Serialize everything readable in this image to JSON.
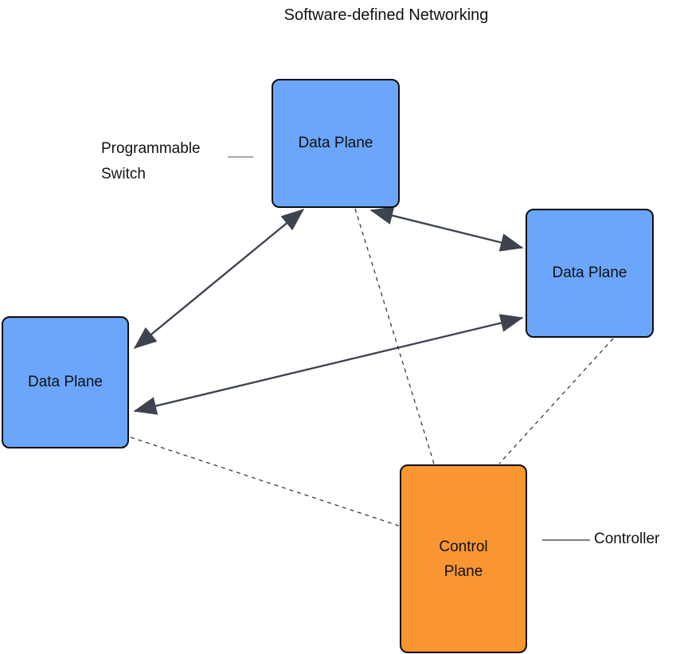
{
  "title": "Software-defined Networking",
  "nodes": {
    "data_plane_top": {
      "label": "Data Plane",
      "color": "#6BA6FA"
    },
    "data_plane_right": {
      "label": "Data Plane",
      "color": "#6BA6FA"
    },
    "data_plane_left": {
      "label": "Data Plane",
      "color": "#6BA6FA"
    },
    "control_plane": {
      "label": "Control Plane",
      "color": "#F99632"
    }
  },
  "annotations": {
    "programmable_switch": "Programmable Switch",
    "controller": "Controller"
  },
  "edges": [
    {
      "from": "data_plane_top",
      "to": "data_plane_left",
      "style": "solid-double-arrow"
    },
    {
      "from": "data_plane_top",
      "to": "data_plane_right",
      "style": "solid-double-arrow"
    },
    {
      "from": "data_plane_left",
      "to": "data_plane_right",
      "style": "solid-double-arrow"
    },
    {
      "from": "data_plane_top",
      "to": "control_plane",
      "style": "dashed"
    },
    {
      "from": "data_plane_right",
      "to": "control_plane",
      "style": "dashed"
    },
    {
      "from": "data_plane_left",
      "to": "control_plane",
      "style": "dashed"
    }
  ],
  "colors": {
    "data_plane_fill": "#6BA6FA",
    "control_plane_fill": "#F99632",
    "node_border": "#0d0d0d",
    "arrow": "#3D4450",
    "dashed_line": "#3a3a3a",
    "text": "#111111"
  }
}
